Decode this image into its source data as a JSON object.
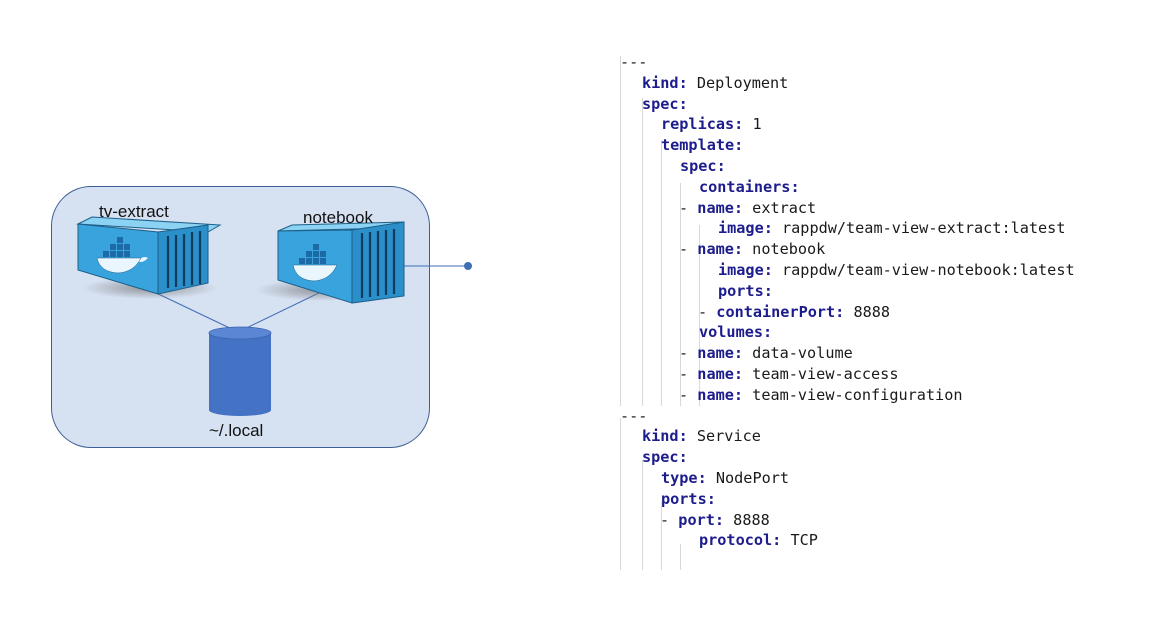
{
  "diagram": {
    "containers": [
      {
        "label": "tv-extract"
      },
      {
        "label": "notebook"
      }
    ],
    "volume": {
      "label": "~/.local"
    },
    "colors": {
      "pod_fill": "#d6e1f2",
      "pod_border": "#3e5f95",
      "container_blue": "#38a3dc",
      "volume_blue": "#4472c4",
      "connector": "#3f6fb5"
    }
  },
  "yaml": {
    "lines": [
      {
        "indent": 0,
        "text": "---"
      },
      {
        "indent": 1,
        "key": "kind",
        "value": "Deployment"
      },
      {
        "indent": 1,
        "key": "spec",
        "value": ""
      },
      {
        "indent": 2,
        "key": "replicas",
        "value": "1"
      },
      {
        "indent": 2,
        "key": "template",
        "value": ""
      },
      {
        "indent": 3,
        "key": "spec",
        "value": ""
      },
      {
        "indent": 4,
        "key": "containers",
        "value": ""
      },
      {
        "indent": 4,
        "dash": true,
        "key": "name",
        "value": "extract"
      },
      {
        "indent": 5,
        "key": "image",
        "value": "rappdw/team-view-extract:latest"
      },
      {
        "indent": 4,
        "dash": true,
        "key": "name",
        "value": "notebook"
      },
      {
        "indent": 5,
        "key": "image",
        "value": "rappdw/team-view-notebook:latest"
      },
      {
        "indent": 5,
        "key": "ports",
        "value": ""
      },
      {
        "indent": 5,
        "dash": true,
        "key": "containerPort",
        "value": "8888"
      },
      {
        "indent": 4,
        "key": "volumes",
        "value": ""
      },
      {
        "indent": 4,
        "dash": true,
        "key": "name",
        "value": "data-volume"
      },
      {
        "indent": 4,
        "dash": true,
        "key": "name",
        "value": "team-view-access"
      },
      {
        "indent": 4,
        "dash": true,
        "key": "name",
        "value": "team-view-configuration"
      },
      {
        "indent": 0,
        "text": "---"
      },
      {
        "indent": 1,
        "key": "kind",
        "value": "Service"
      },
      {
        "indent": 1,
        "key": "spec",
        "value": ""
      },
      {
        "indent": 2,
        "key": "type",
        "value": "NodePort"
      },
      {
        "indent": 2,
        "key": "ports",
        "value": ""
      },
      {
        "indent": 3,
        "dash": true,
        "key": "port",
        "value": "8888"
      },
      {
        "indent": 4,
        "key": "protocol",
        "value": "TCP"
      }
    ]
  }
}
